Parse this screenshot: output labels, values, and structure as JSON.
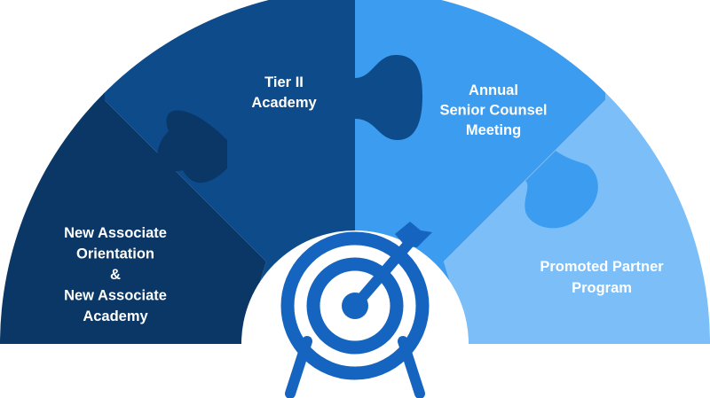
{
  "segments": [
    {
      "id": "new-associate",
      "lines": [
        "New Associate",
        "Orientation",
        "&",
        "New Associate",
        "Academy"
      ],
      "color": "#0a3766"
    },
    {
      "id": "tier-ii",
      "lines": [
        "Tier II",
        "Academy"
      ],
      "color": "#0d4b8a"
    },
    {
      "id": "senior-counsel",
      "lines": [
        "Annual",
        "Senior Counsel",
        "Meeting"
      ],
      "color": "#3c9cf0"
    },
    {
      "id": "promoted-partner",
      "lines": [
        "Promoted Partner",
        "Program"
      ],
      "color": "#7bbef8"
    }
  ],
  "center_icon": {
    "name": "target-with-arrow-icon",
    "color": "#1565c0"
  }
}
